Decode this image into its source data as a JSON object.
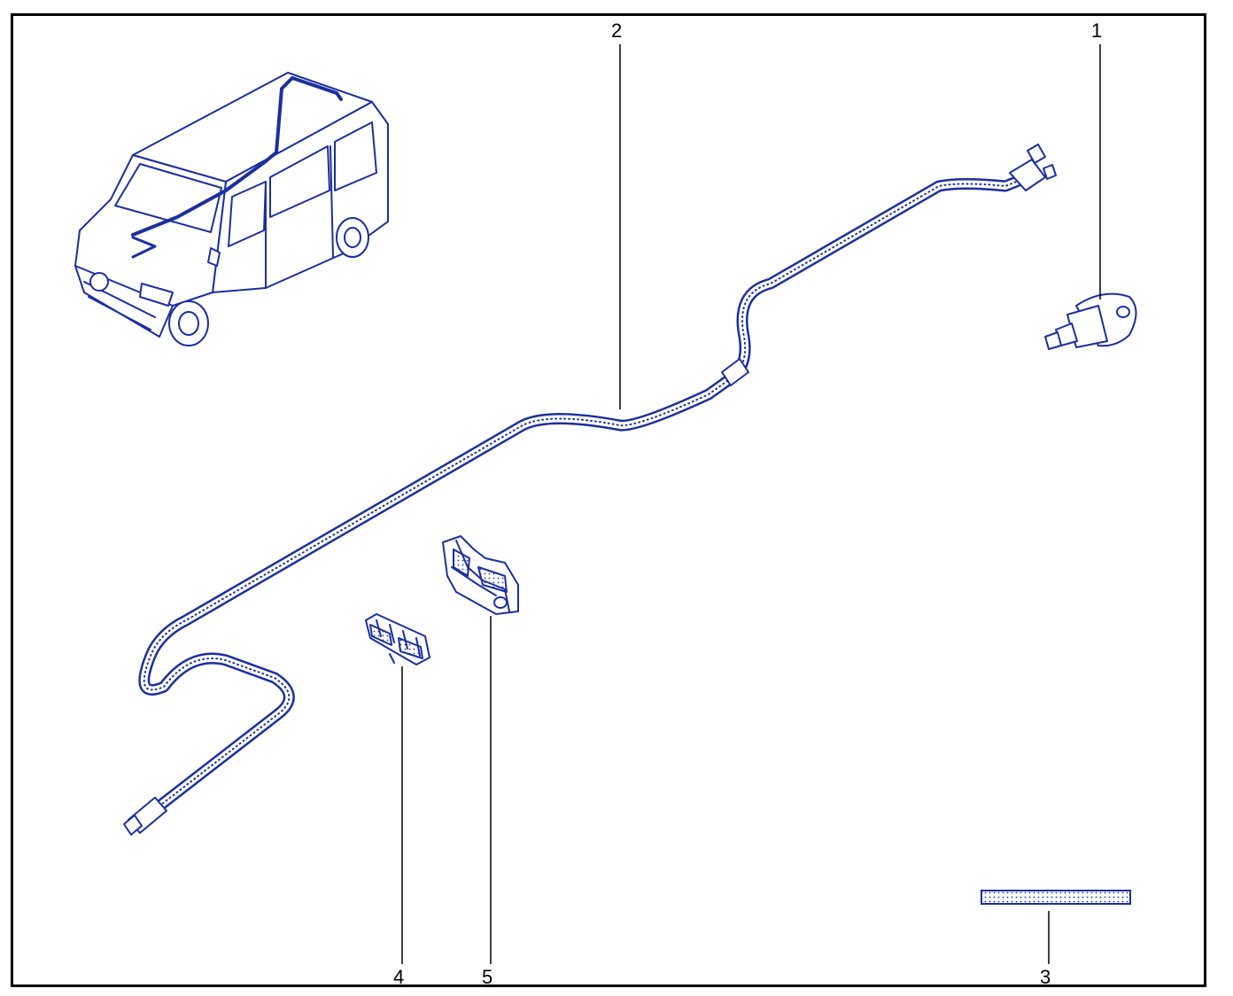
{
  "colors": {
    "line": "#1b2fa0",
    "fill": "#ffffff",
    "border": "#000000",
    "callout": "#000000"
  },
  "callouts": [
    {
      "id": "1",
      "label": "1"
    },
    {
      "id": "2",
      "label": "2"
    },
    {
      "id": "3",
      "label": "3"
    },
    {
      "id": "4",
      "label": "4"
    },
    {
      "id": "5",
      "label": "5"
    }
  ]
}
